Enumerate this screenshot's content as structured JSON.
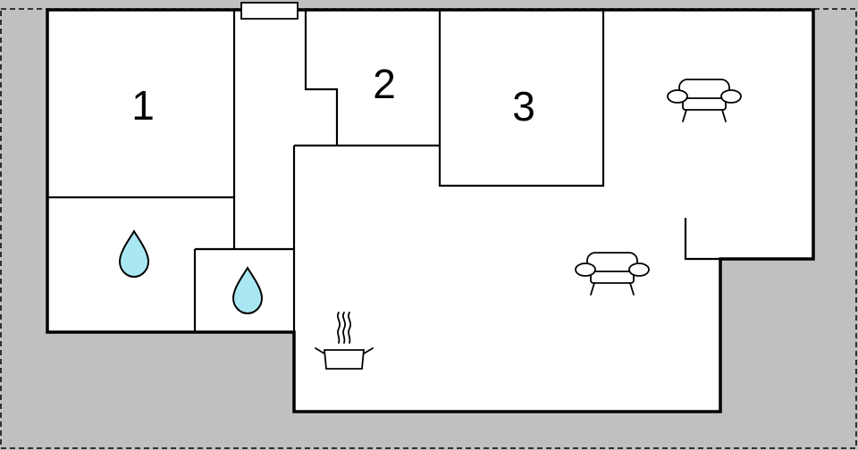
{
  "plan": {
    "colors": {
      "plot": "#c0c0c0",
      "floor": "#ffffff",
      "wall": "#000000",
      "water": "#a9e8f2"
    },
    "rooms": [
      {
        "label": "1"
      },
      {
        "label": "2"
      },
      {
        "label": "3"
      }
    ],
    "icons": [
      {
        "name": "water-drop-icon"
      },
      {
        "name": "water-drop-icon"
      },
      {
        "name": "sofa-icon"
      },
      {
        "name": "sofa-icon"
      },
      {
        "name": "cooking-pot-icon"
      },
      {
        "name": "window-icon"
      }
    ]
  }
}
